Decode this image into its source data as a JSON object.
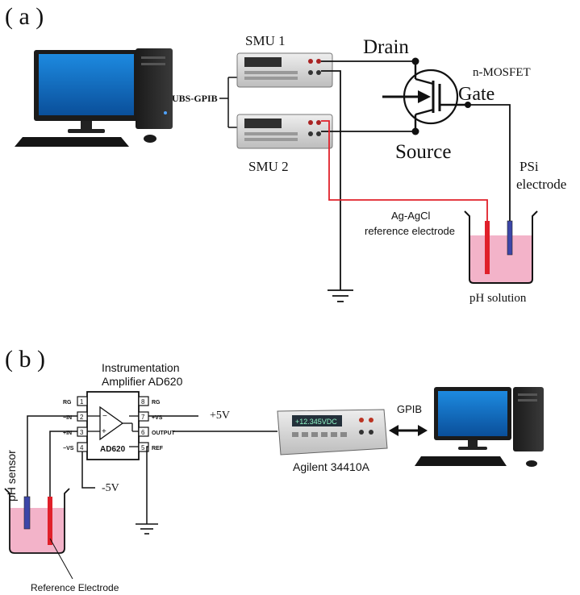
{
  "panel_a": {
    "label": "( a )",
    "smu1": "SMU 1",
    "smu2": "SMU 2",
    "bus": "UBS-GPIB",
    "drain": "Drain",
    "device": "n-MOSFET",
    "gate": "Gate",
    "source": "Source",
    "psi_line1": "PSi",
    "psi_line2": "electrode",
    "ref_line1": "Ag-AgCl",
    "ref_line2": "reference electrode",
    "solution": "pH solution"
  },
  "panel_b": {
    "label": "( b )",
    "amp_title_line1": "Instrumentation",
    "amp_title_line2": "Amplifier AD620",
    "chip_name": "AD620",
    "pins_left": [
      {
        "num": "1",
        "name": "RG"
      },
      {
        "num": "2",
        "name": "−IN"
      },
      {
        "num": "3",
        "name": "+IN"
      },
      {
        "num": "4",
        "name": "−VS"
      }
    ],
    "pins_right": [
      {
        "num": "8",
        "name": "RG"
      },
      {
        "num": "7",
        "name": "+VS"
      },
      {
        "num": "6",
        "name": "OUTPUT"
      },
      {
        "num": "5",
        "name": "REF"
      }
    ],
    "plus_supply": "+5V",
    "minus_supply": "-5V",
    "meter": "Agilent 34410A",
    "meter_display": "+12.345VDC",
    "bus": "GPIB",
    "sensor": "pH sensor",
    "ref_electrode": "Reference Electrode"
  },
  "colors": {
    "wire": "#111111",
    "red_wire": "#e0202a",
    "solution": "#f3b3c9",
    "psi_electrode": "#3c46a8",
    "ref_electrode": "#e0202a",
    "screen": "#1270c8"
  }
}
